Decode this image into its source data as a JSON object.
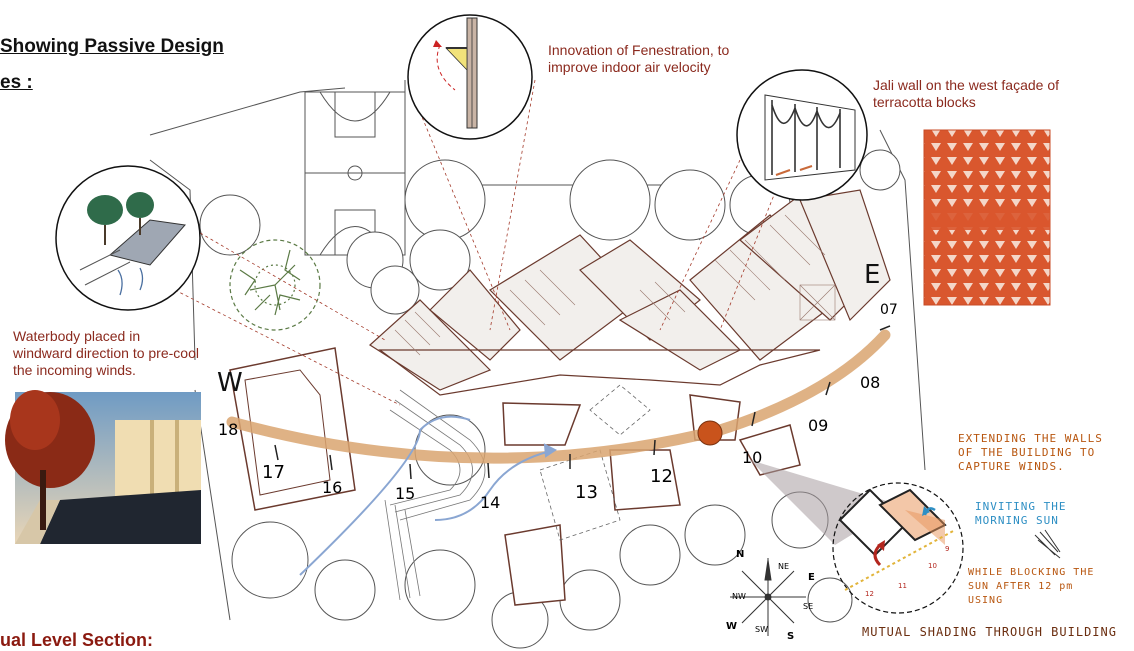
{
  "header": {
    "title": "Showing Passive Design",
    "subtitle": "es :",
    "bottom_title": "ual Level Section:"
  },
  "annotations": {
    "fenestration": "Innovation of Fenestration, to improve indoor  air velocity",
    "jali": "Jali wall on the west façade of terracotta blocks",
    "waterbody": "Waterbody placed in windward direction to pre-cool the incoming winds."
  },
  "hand_notes": {
    "extending": "EXTENDING THE WALLS OF THE BUILDING TO CAPTURE WINDS.",
    "inviting": "INVITING THE MORNING SUN",
    "blocking": "WHILE BLOCKING THE SUN AFTER 12 pm USING",
    "mutual": "MUTUAL SHADING THROUGH BUILDING"
  },
  "sun_path": {
    "west_label": "W",
    "east_label": "E",
    "hours": [
      "18",
      "17",
      "16",
      "15",
      "14",
      "13",
      "12",
      "10",
      "09",
      "08",
      "07"
    ]
  },
  "mini_sun_hours": [
    "12",
    "11",
    "10",
    "9"
  ],
  "compass": {
    "labels": [
      "N",
      "NE",
      "E",
      "SE",
      "S",
      "SW",
      "W",
      "NW"
    ]
  },
  "colors": {
    "annotation_text": "#8b2a1e",
    "sun_path": "#d9a470",
    "sun": "#c9531c",
    "wind": "#8aa6d2",
    "terracotta": "#d9572e",
    "hand_orange": "#b8560f",
    "hand_blue": "#2e8fc4"
  }
}
